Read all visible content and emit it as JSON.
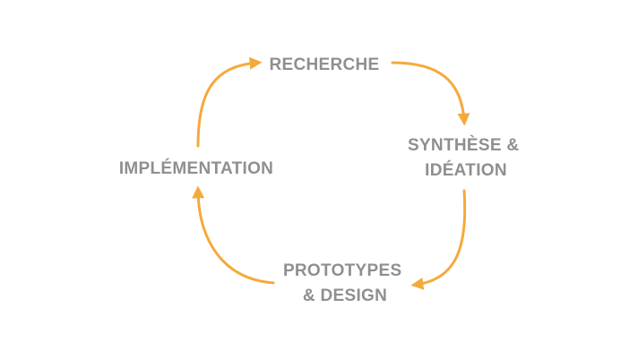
{
  "colors": {
    "arrow": "#F5A93B",
    "label": "#8F8F8F",
    "background": "#FFFFFF"
  },
  "stages": {
    "research": {
      "lines": [
        "RECHERCHE"
      ]
    },
    "synthesis": {
      "lines": [
        "SYNTHÈSE &",
        "IDÉATION"
      ]
    },
    "prototypes": {
      "lines": [
        "PROTOTYPES",
        "& DESIGN"
      ]
    },
    "implementation": {
      "lines": [
        "IMPLÉMENTATION"
      ]
    }
  },
  "cycle": {
    "type": "circular-process",
    "direction": "clockwise",
    "order": [
      "research",
      "synthesis",
      "prototypes",
      "implementation"
    ]
  }
}
